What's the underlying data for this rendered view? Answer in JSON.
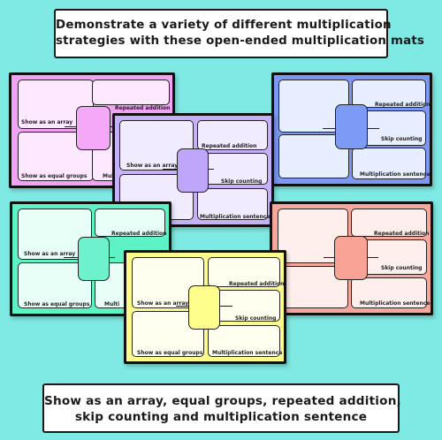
{
  "header": {
    "line1": "Demonstrate a variety of different multiplication",
    "line2": "strategies with these open-ended multiplication mats"
  },
  "footer": {
    "line1": "Show as an array, equal groups, repeated addition,",
    "line2": "skip counting and multiplication sentence"
  },
  "labels": {
    "array": "Show as an array",
    "groups": "Show as equal groups",
    "repeated": "Repeated addition",
    "skip": "Skip counting",
    "sentence": "Multiplication sentence",
    "sentence_cut": "Multi"
  },
  "mats": [
    {
      "id": "pink",
      "fill": "#fde8ff",
      "border_color": "#f2a3f5",
      "center": "#f6a8f8"
    },
    {
      "id": "blue",
      "fill": "#e7eeff",
      "border_color": "#7d98f4",
      "center": "#7b9bf6"
    },
    {
      "id": "purple",
      "fill": "#f0ebff",
      "border_color": "#c6b0f8",
      "center": "#c0a6fb"
    },
    {
      "id": "green",
      "fill": "#e8fff7",
      "border_color": "#5ef2c7",
      "center": "#6ef2cd"
    },
    {
      "id": "salmon",
      "fill": "#ffefec",
      "border_color": "#f7a79b",
      "center": "#f9a396"
    },
    {
      "id": "yellow",
      "fill": "#fffff0",
      "border_color": "#fdfc8c",
      "center": "#fcfd8a"
    }
  ],
  "colors": {
    "background": "#7fe9e3",
    "text": "#1a1a1a"
  }
}
